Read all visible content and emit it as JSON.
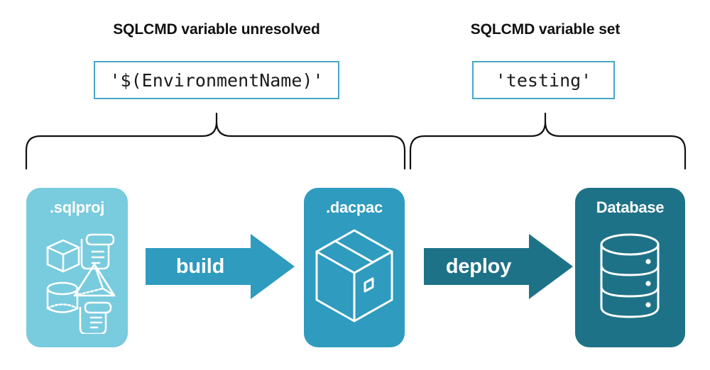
{
  "diagram": {
    "title_left": "SQLCMD variable unresolved",
    "title_right": "SQLCMD variable set",
    "code_left": "'$(EnvironmentName)'",
    "code_right": "'testing'",
    "stages": [
      {
        "label": ".sqlproj",
        "color": "#79CBDE",
        "icon": "project-contents-icon"
      },
      {
        "label": ".dacpac",
        "color": "#2E9BBF",
        "icon": "package-box-icon"
      },
      {
        "label": "Database",
        "color": "#1E7287",
        "icon": "database-cylinder-icon"
      }
    ],
    "arrows": [
      {
        "label": "build",
        "color": "#2E9BBF"
      },
      {
        "label": "deploy",
        "color": "#1E7287"
      }
    ],
    "colors": {
      "light_teal": "#79CBDE",
      "medium_teal": "#2E9BBF",
      "dark_teal": "#1E7287",
      "border_teal": "#46A7C4",
      "text_dark": "#111111",
      "background": "#ffffff"
    }
  }
}
